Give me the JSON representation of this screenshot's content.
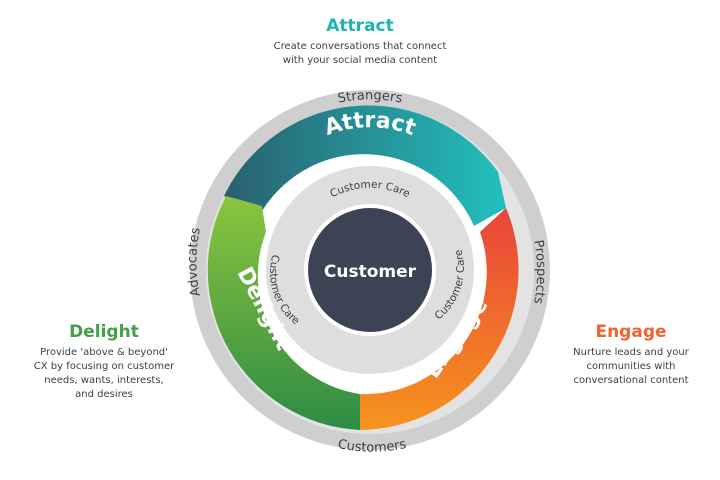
{
  "colors": {
    "attract": "#1fb3b1",
    "delight": "#43a047",
    "engage": "#f0632e",
    "ring_outer": "#dcdcdc",
    "ring_inner": "#e4e4e4",
    "core": "#3b4354"
  },
  "panels": {
    "attract": {
      "title": "Attract",
      "description": "Create conversations that connect\nwith your social media content"
    },
    "delight": {
      "title": "Delight",
      "description": "Provide 'above & beyond'\nCX by focusing on customer\nneeds, wants, interests,\nand desires"
    },
    "engage": {
      "title": "Engage",
      "description": "Nurture leads and your\ncommunities with\nconversational content"
    }
  },
  "outer_ring": {
    "top": "Strangers",
    "right": "Prospects",
    "bottom": "Customers",
    "left": "Advocates"
  },
  "stages": {
    "attract": "Attract",
    "engage": "Engage",
    "delight": "Delight"
  },
  "inner_ring": {
    "top": "Customer Care",
    "right": "Customer Care",
    "left": "Customer Care"
  },
  "center": "Customer"
}
